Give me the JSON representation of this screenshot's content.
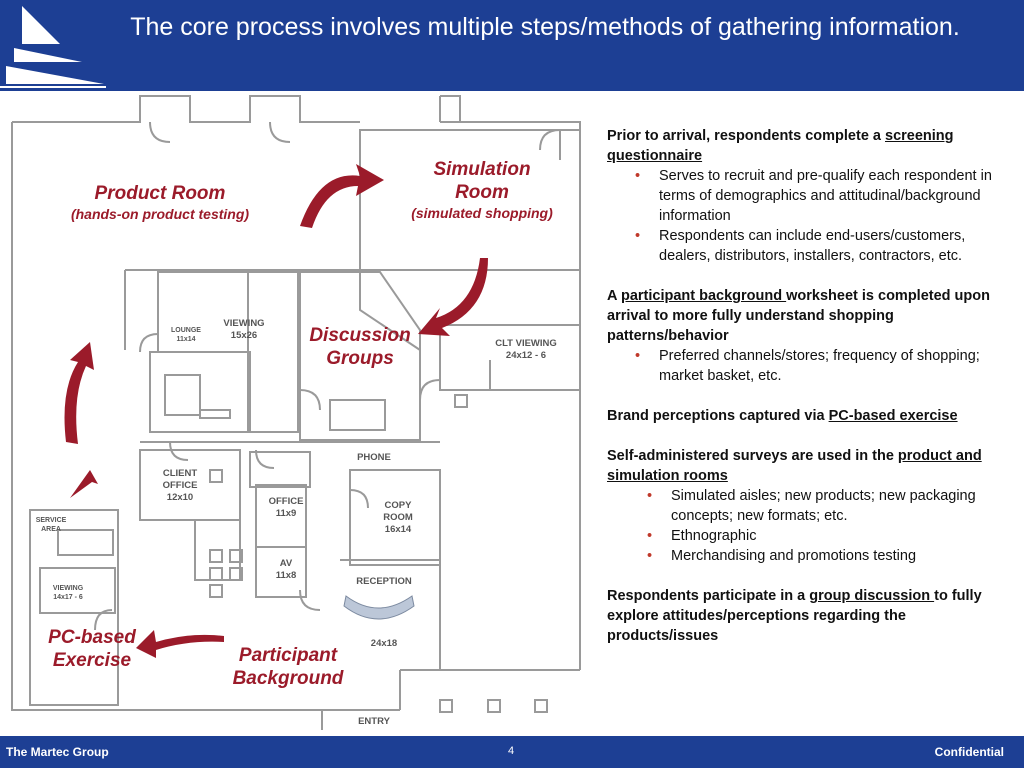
{
  "header": {
    "title": "The core process involves multiple steps/methods of gathering information."
  },
  "floorplan": {
    "rooms": {
      "lounge": "LOUNGE",
      "lounge_size": "11x14",
      "viewing": "VIEWING",
      "viewing_size": "15x26",
      "clt_viewing": "CLT VIEWING",
      "clt_viewing_size": "24x12 - 6",
      "phone": "PHONE",
      "client_office": "CLIENT OFFICE",
      "client_office_size": "12x10",
      "office": "OFFICE",
      "office_size": "11x9",
      "copy_room": "COPY ROOM",
      "copy_room_size": "16x14",
      "service_area": "SERVICE AREA",
      "av": "AV",
      "av_size": "11x8",
      "reception": "RECEPTION",
      "reception_size": "24x18",
      "viewing2": "VIEWING",
      "viewing2_size": "14x17 - 6",
      "entry": "ENTRY"
    },
    "callouts": {
      "product_room": "Product Room",
      "product_room_sub": "(hands-on product testing)",
      "simulation_room": "Simulation Room",
      "simulation_room_sub": "(simulated shopping)",
      "discussion_groups": "Discussion Groups",
      "pc_exercise": "PC-based Exercise",
      "participant_background": "Participant Background"
    },
    "accent_color": "#9b1b2a"
  },
  "notes": {
    "p1_pre": "Prior to arrival, respondents complete a ",
    "p1_link": "screening questionnaire",
    "p1_bullets": [
      "Serves to recruit and pre-qualify each respondent in terms of demographics and attitudinal/background information",
      "Respondents can include end-users/customers, dealers, distributors, installers, contractors, etc."
    ],
    "p2_pre": "A ",
    "p2_link": "participant background ",
    "p2_post": "worksheet is completed upon arrival to more fully understand shopping patterns/behavior",
    "p2_bullets": [
      "Preferred channels/stores; frequency of shopping; market basket, etc."
    ],
    "p3_pre": "Brand perceptions captured via ",
    "p3_link": "PC-based exercise",
    "p4_pre": "Self-administered surveys are used in the ",
    "p4_link": "product and simulation rooms",
    "p4_bullets": [
      "Simulated aisles; new products; new packaging concepts; new formats; etc.",
      "Ethnographic",
      "Merchandising and promotions testing"
    ],
    "p5_pre": "Respondents participate in a ",
    "p5_link": "group discussion ",
    "p5_post": "to fully explore attitudes/perceptions regarding the products/issues"
  },
  "footer": {
    "company": "The Martec Group",
    "page": "4",
    "confidential": "Confidential"
  },
  "colors": {
    "header_bg": "#1d3f94",
    "accent": "#9b1b2a",
    "bullet": "#c0392b"
  },
  "icons": {
    "logo": "sail-logo-icon"
  }
}
